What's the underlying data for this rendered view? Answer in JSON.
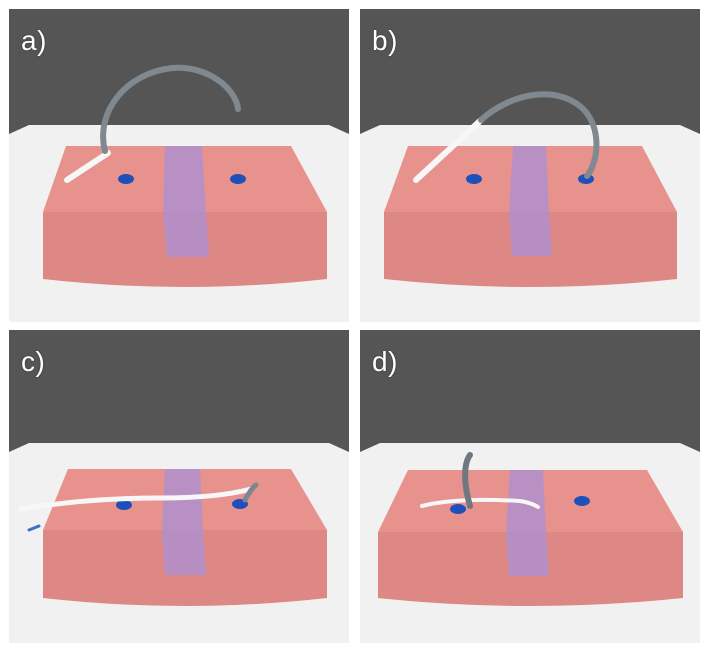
{
  "figure": {
    "panels": [
      {
        "id": "a",
        "label": "a)"
      },
      {
        "id": "b",
        "label": "b)"
      },
      {
        "id": "c",
        "label": "c)"
      },
      {
        "id": "d",
        "label": "d)"
      }
    ]
  },
  "colors": {
    "background": "#555555",
    "table": "#f2f2f2",
    "tissue_top": "#e8908c",
    "tissue_front": "#de8985",
    "wound_band": "#a88ad0",
    "marker": "#1d4fb8",
    "needle": "#6f7880",
    "suture": "#f4f4f4"
  }
}
